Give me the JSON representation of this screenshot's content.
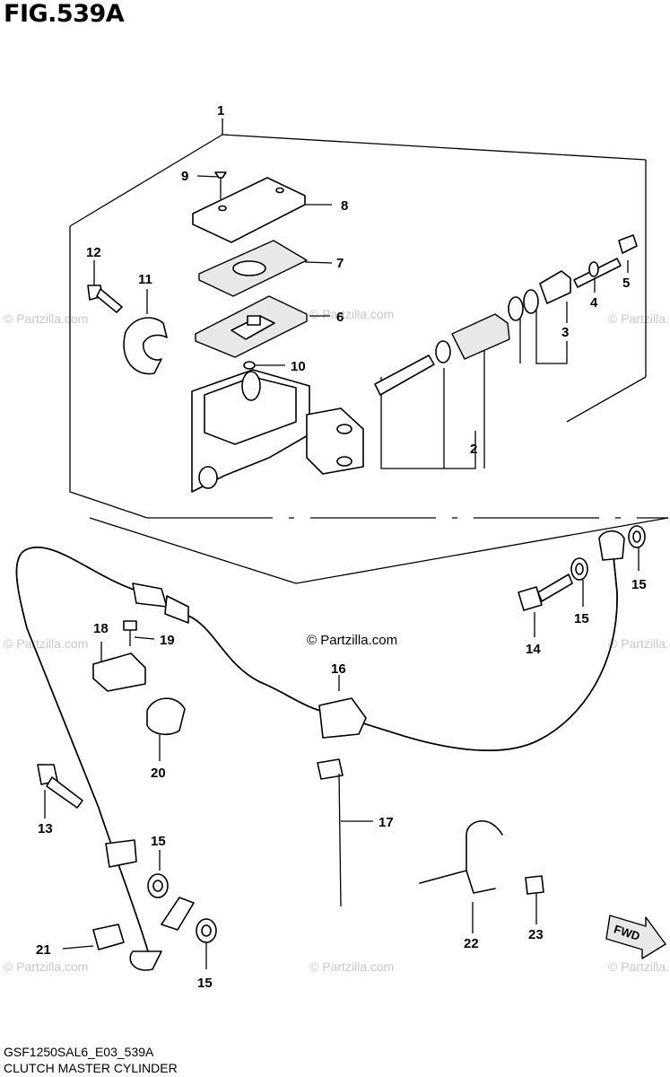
{
  "figure": {
    "title": "FIG.539A",
    "code": "GSF1250SAL6_E03_539A",
    "name": "CLUTCH MASTER CYLINDER"
  },
  "watermark": {
    "text": "© Partzilla.com"
  },
  "direction_tag": "FWD",
  "callouts": [
    "1",
    "2",
    "3",
    "4",
    "5",
    "6",
    "7",
    "8",
    "9",
    "10",
    "11",
    "12",
    "13",
    "14",
    "15",
    "16",
    "17",
    "18",
    "19",
    "20",
    "21",
    "22",
    "23"
  ]
}
